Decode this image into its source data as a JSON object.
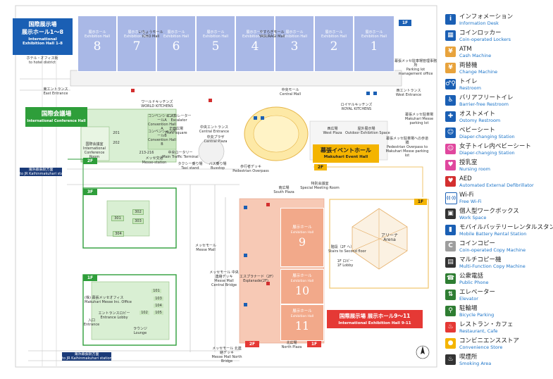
{
  "map": {
    "callouts": {
      "intl_hall_1_8": {
        "ja": "国際展示場",
        "ja2": "展示ホール1〜8",
        "en": "International",
        "en2": "Exhibition Hall 1-8"
      },
      "conference": {
        "ja": "国際会議場",
        "en": "International Conference Hall"
      },
      "event_hall": {
        "ja": "幕張イベントホール",
        "en": "Makuhari Event Hall"
      },
      "intl_hall_9_11": {
        "ja": "国際展示場 展示ホール9〜11",
        "en": "International Exhibition Hall 9-11"
      }
    },
    "halls_north": [
      {
        "name": "展示ホール",
        "en": "Exhibition Hall",
        "num": "8"
      },
      {
        "name": "展示ホール",
        "en": "Exhibition Hall",
        "num": "7"
      },
      {
        "name": "展示ホール",
        "en": "Exhibition Hall",
        "num": "6"
      },
      {
        "name": "展示ホール",
        "en": "Exhibition Hall",
        "num": "5"
      },
      {
        "name": "展示ホール",
        "en": "Exhibition Hall",
        "num": "4"
      },
      {
        "name": "展示ホール",
        "en": "Exhibition Hall",
        "num": "3"
      },
      {
        "name": "展示ホール",
        "en": "Exhibition Hall",
        "num": "2"
      },
      {
        "name": "展示ホール",
        "en": "Exhibition Hall",
        "num": "1"
      }
    ],
    "halls_south": [
      {
        "name": "展示ホール",
        "en": "Exhibition Hall",
        "num": "9"
      },
      {
        "name": "展示ホール",
        "en": "Exhibition Hall",
        "num": "10"
      },
      {
        "name": "展示ホール",
        "en": "Exhibition Hall",
        "num": "11"
      }
    ],
    "floors": {
      "f1_top": "1F",
      "f2_left": "2F",
      "f2_center": "2F",
      "f3": "3F",
      "f1_conf": "1F",
      "f1_arena": "1F",
      "f2_bottom": "2F",
      "f1_bottom": "1F"
    },
    "labels": {
      "hotel_district": "ホテル・オフィス街",
      "hotel_district_en": "to hotel district",
      "east_entrance": "東エントランス",
      "east_entrance_en": "East Entrance",
      "ichou_mall": "いちょうモール",
      "ichou_mall_en": "ICHO Mall",
      "yasuragi_mall": "やすらぎモール",
      "yasuragi_mall_en": "YASURAGI Mall",
      "central_mall": "中央モール",
      "central_mall_en": "Central Mall",
      "world_kitchens": "ワールドキッチンズ",
      "world_kitchens_en": "WORLD KITCHENS",
      "royal_kitchens": "ロイヤルキッチンズ",
      "royal_kitchens_en": "ROYAL KITCHENS",
      "parking_office": "幕張メッセ駐車場管理事務所",
      "parking_office_en": "Parking lot management office",
      "west_entrance": "西エントランス",
      "west_entrance_en": "West Entrance",
      "parking_lot": "幕張メッセ駐車場",
      "parking_lot_en": "Makuhari Messe parking lot",
      "convention_hall_a": "コンベンションホールA",
      "convention_hall_a_en": "Convention Hall A",
      "convention_hall_b": "コンベンションホールB",
      "convention_hall_b_en": "Convention Hall B",
      "conference_room": "国際会議室",
      "conference_room_en": "International Conference Room",
      "escalator": "エスカレーター",
      "escalator_en": "Escalator",
      "front_square": "正面広場",
      "front_square_en": "Front square",
      "central_entrance": "中央エントランス",
      "central_entrance_en": "Central Entrance",
      "central_plaza": "中央プラザ",
      "central_plaza_en": "Central Plaza",
      "west_plaza": "西広場",
      "west_plaza_en": "West Plaza",
      "outdoor_exhibition": "屋外展示場",
      "outdoor_exhibition_en": "Outdoor Exhibition Space",
      "pedestrian_overpass_parking": "幕張メッセ駐車場への歩道橋",
      "pedestrian_overpass_parking_en": "Pedestrian Overpass to Makuhari Messe parking lot",
      "main_traffic_terminal": "中央ロータリー",
      "main_traffic_terminal_en": "Main Traffic Terminal",
      "pedestrian_overpass": "歩行者デッキ",
      "pedestrian_overpass_en": "Pedestrian Overpass",
      "messe_station": "メッセ交通",
      "messe_station_en": "Messe-station",
      "taxi_stand": "タクシー乗り場",
      "taxi_stand_en": "Taxi stand",
      "bus_stop": "バス乗り場",
      "bus_stop_en": "Busstop",
      "south_plaza": "南広場",
      "south_plaza_en": "South Plaza",
      "meeting_room": "特別会議室",
      "meeting_room_en": "Special Meeting Room",
      "messe_mall": "メッセモール",
      "messe_mall_en": "Messe Mall",
      "arena": "アリーナ",
      "arena_en": "Arena",
      "stairs_second_floor": "階段（2F へ）",
      "stairs_second_floor_en": "Stairs to Second floor",
      "lobby_1f": "1F ロビー",
      "lobby_1f_en": "1F Lobby",
      "esplanade": "エスプラナード（2F）",
      "esplanade_en": "Esplanade(2F)",
      "central_bridge": "メッセモール 中央連絡デッキ",
      "central_bridge_en": "Messe Mall Central Bridge",
      "north_plaza": "北広場",
      "north_plaza_en": "North Plaza",
      "north_bridge": "メッセモール 北連絡デッキ",
      "north_bridge_en": "Messe Mall North Bridge",
      "messe_office": "(株) 幕張メッセオフィス",
      "messe_office_en": "Makuhari Messe Inc. Office",
      "entrance_lobby": "エントランスロビー",
      "entrance_lobby_en": "Entrance Lobby",
      "entrance": "入口",
      "entrance_en": "Entrance",
      "lounge": "ラウンジ",
      "lounge_en": "Lounge",
      "to_station": "海浜幕張駅方面",
      "to_station_en": "to JR Kaihinmakuhari station",
      "to_station2": "海浜幕張駅方面",
      "to_station2_en": "to JR Kaihinmakuhari station",
      "room_301": "301",
      "room_302": "302",
      "room_303": "303",
      "room_304": "304",
      "room_101": "101",
      "room_102": "102",
      "room_103": "103",
      "room_104": "104",
      "room_105": "105",
      "room_201": "201",
      "room_202": "202",
      "room_213_216": "213-216"
    }
  },
  "legend": [
    {
      "icon": "info-icon",
      "ja": "インフォメーション",
      "en": "Information Desk",
      "color": "#1a5fb4",
      "glyph": "i"
    },
    {
      "icon": "locker-icon",
      "ja": "コインロッカー",
      "en": "Coin-operated Lockers",
      "color": "#1a5fb4",
      "glyph": "▦"
    },
    {
      "icon": "atm-icon",
      "ja": "ATM",
      "en": "Cash Machine",
      "color": "#e8a33c",
      "glyph": "¥"
    },
    {
      "icon": "change-machine-icon",
      "ja": "両替機",
      "en": "Change Machine",
      "color": "#e8a33c",
      "glyph": "¥"
    },
    {
      "icon": "restroom-icon",
      "ja": "トイレ",
      "en": "Restroom",
      "color": "#1a5fb4",
      "glyph": "♂♀"
    },
    {
      "icon": "barrier-free-icon",
      "ja": "バリアフリートイレ",
      "en": "Barrier-free Restroom",
      "color": "#1a5fb4",
      "glyph": "♿"
    },
    {
      "icon": "ostomy-icon",
      "ja": "オストメイト",
      "en": "Ostomy Restroom",
      "color": "#1a5fb4",
      "glyph": "✚"
    },
    {
      "icon": "diaper-icon",
      "ja": "ベビーシート",
      "en": "Diaper-changing Station",
      "color": "#1a5fb4",
      "glyph": "☺"
    },
    {
      "icon": "womens-diaper-icon",
      "ja": "女子トイレ内ベビーシート",
      "en": "Diaper-changing Station",
      "color": "#e0479e",
      "glyph": "☺"
    },
    {
      "icon": "nursing-icon",
      "ja": "授乳室",
      "en": "Nursing room",
      "color": "#e0479e",
      "glyph": "♥"
    },
    {
      "icon": "aed-icon",
      "ja": "AED",
      "en": "Automated External Defibrillator",
      "color": "#d32f2f",
      "glyph": "♥"
    },
    {
      "icon": "wifi-icon",
      "ja": "Wi-Fi",
      "en": "Free Wi-Fi",
      "color": "#ffffff",
      "glyph": "((·))"
    },
    {
      "icon": "work-space-icon",
      "ja": "個人型ワークボックス",
      "en": "Work Space",
      "color": "#333333",
      "glyph": "▣"
    },
    {
      "icon": "battery-icon",
      "ja": "モバイルバッテリーレンタルスタンド",
      "en": "Mobile Battery Rental Station",
      "color": "#1a5fb4",
      "glyph": "▮"
    },
    {
      "icon": "copier-icon",
      "ja": "コインコピー",
      "en": "Coin-operated Copy Machine",
      "color": "#9e9e9e",
      "glyph": "C"
    },
    {
      "icon": "multi-copier-icon",
      "ja": "マルチコピー機",
      "en": "Multi-Function Copy Machine",
      "color": "#333333",
      "glyph": "▤"
    },
    {
      "icon": "phone-icon",
      "ja": "公衆電話",
      "en": "Public Phone",
      "color": "#2e7d32",
      "glyph": "☎"
    },
    {
      "icon": "elevator-icon",
      "ja": "エレベーター",
      "en": "Elevator",
      "color": "#2e7d32",
      "glyph": "⇅"
    },
    {
      "icon": "bicycle-icon",
      "ja": "駐輪場",
      "en": "Bicycle Parking",
      "color": "#2e7d32",
      "glyph": "⚲"
    },
    {
      "icon": "restaurant-icon",
      "ja": "レストラン・カフェ",
      "en": "Restaurant, Cafe",
      "color": "#e53935",
      "glyph": "♨"
    },
    {
      "icon": "convenience-icon",
      "ja": "コンビニエンスストア",
      "en": "Convenience Store",
      "color": "#f4b400",
      "glyph": "●"
    },
    {
      "icon": "smoking-icon",
      "ja": "喫煙所",
      "en": "Smoking Area",
      "color": "#333333",
      "glyph": "♨"
    }
  ]
}
